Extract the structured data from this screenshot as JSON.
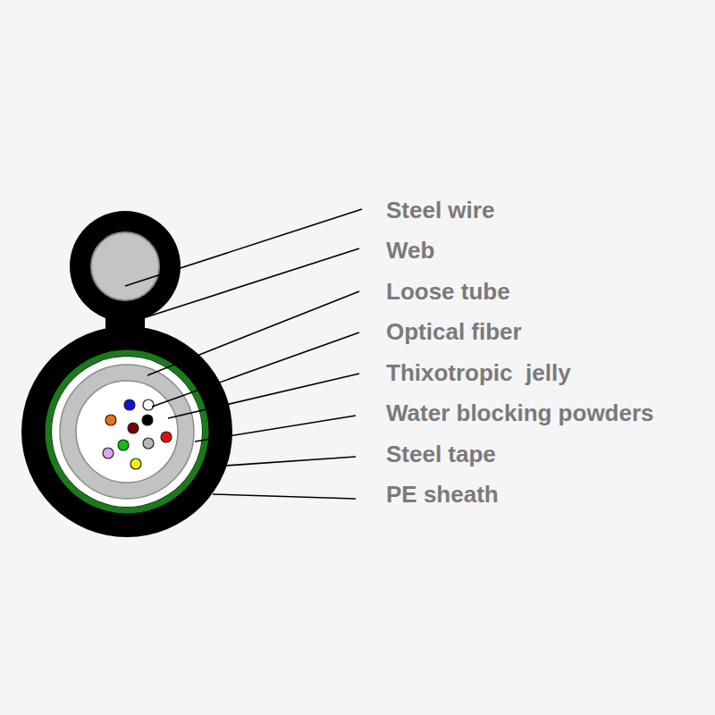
{
  "diagram": {
    "labels": [
      "Steel wire",
      "Web",
      "Loose tube",
      "Optical fiber",
      "Thixotropic  jelly",
      "Water blocking powders",
      "Steel tape",
      "PE sheath"
    ]
  }
}
